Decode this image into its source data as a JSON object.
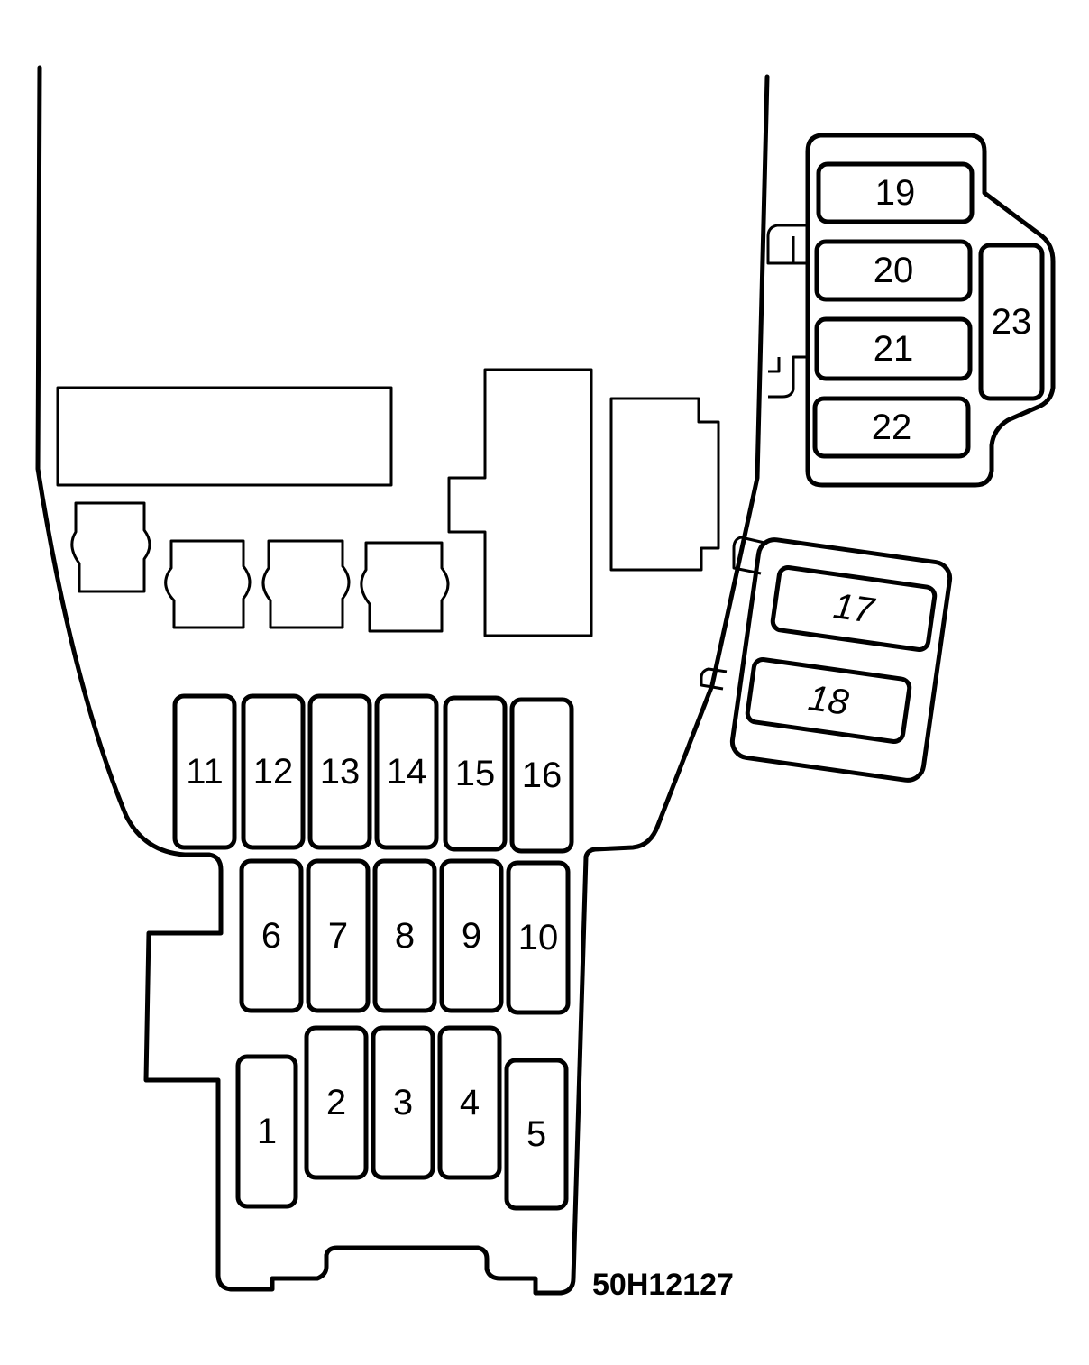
{
  "diagram": {
    "code": "50H12127",
    "fuses": [
      {
        "id": "1",
        "label": "1"
      },
      {
        "id": "2",
        "label": "2"
      },
      {
        "id": "3",
        "label": "3"
      },
      {
        "id": "4",
        "label": "4"
      },
      {
        "id": "5",
        "label": "5"
      },
      {
        "id": "6",
        "label": "6"
      },
      {
        "id": "7",
        "label": "7"
      },
      {
        "id": "8",
        "label": "8"
      },
      {
        "id": "9",
        "label": "9"
      },
      {
        "id": "10",
        "label": "10"
      },
      {
        "id": "11",
        "label": "11"
      },
      {
        "id": "12",
        "label": "12"
      },
      {
        "id": "13",
        "label": "13"
      },
      {
        "id": "14",
        "label": "14"
      },
      {
        "id": "15",
        "label": "15"
      },
      {
        "id": "16",
        "label": "16"
      },
      {
        "id": "17",
        "label": "17"
      },
      {
        "id": "18",
        "label": "18"
      },
      {
        "id": "19",
        "label": "19"
      },
      {
        "id": "20",
        "label": "20"
      },
      {
        "id": "21",
        "label": "21"
      },
      {
        "id": "22",
        "label": "22"
      },
      {
        "id": "23",
        "label": "23"
      }
    ]
  }
}
